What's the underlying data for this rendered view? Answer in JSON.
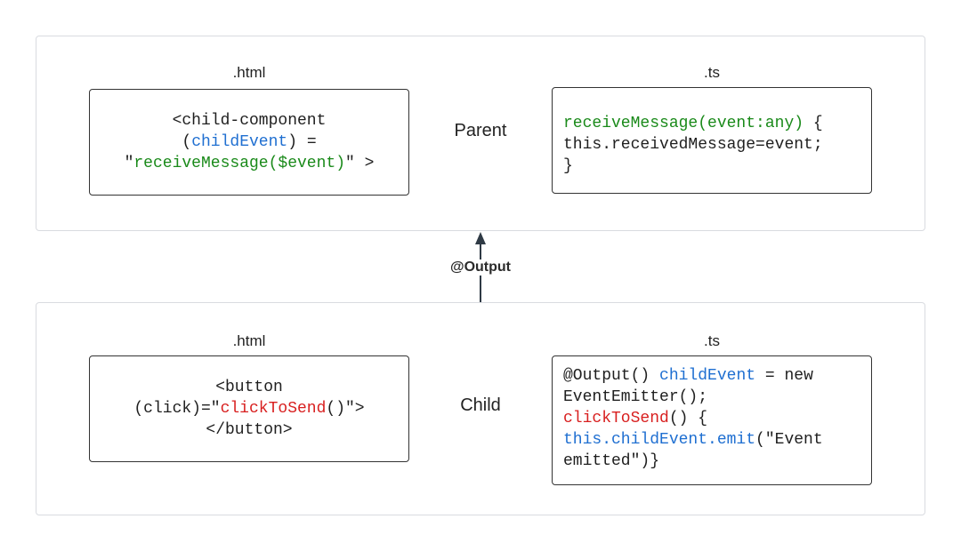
{
  "parent": {
    "role": "Parent",
    "html_label": ".html",
    "ts_label": ".ts",
    "html_code": {
      "l1": "<child-component",
      "l2_open": "(",
      "l2_event": "childEvent",
      "l2_close": ") =",
      "l3_quote_open": "\"",
      "l3_handler": "receiveMessage($event)",
      "l3_rest": "\" >"
    },
    "ts_code": {
      "l1_method": "receiveMessage(event:any)",
      "l1_rest": " {",
      "l2": "this.receivedMessage=event;",
      "l3": "}"
    }
  },
  "connector": {
    "label": "@Output"
  },
  "child": {
    "role": "Child",
    "html_label": ".html",
    "ts_label": ".ts",
    "html_code": {
      "l1": "<button",
      "l2_open": "(click)=\"",
      "l2_handler": "clickToSend",
      "l2_rest": "()\">",
      "l3": "</button>"
    },
    "ts_code": {
      "l1_start": "@Output() ",
      "l1_event": "childEvent",
      "l1_rest": " = new",
      "l2": "EventEmitter();",
      "l3_method": "clickToSend",
      "l3_rest": "() {",
      "l4_emit": "this.childEvent.emit",
      "l4_rest": "(\"Event",
      "l5": "emitted\")}"
    }
  },
  "colors": {
    "event_binding": "#1f6fd1",
    "handler": "#1a8a1a",
    "click_handler": "#d81f1f",
    "arrow": "#2f3a45",
    "panel_border": "#d9dbe0"
  }
}
